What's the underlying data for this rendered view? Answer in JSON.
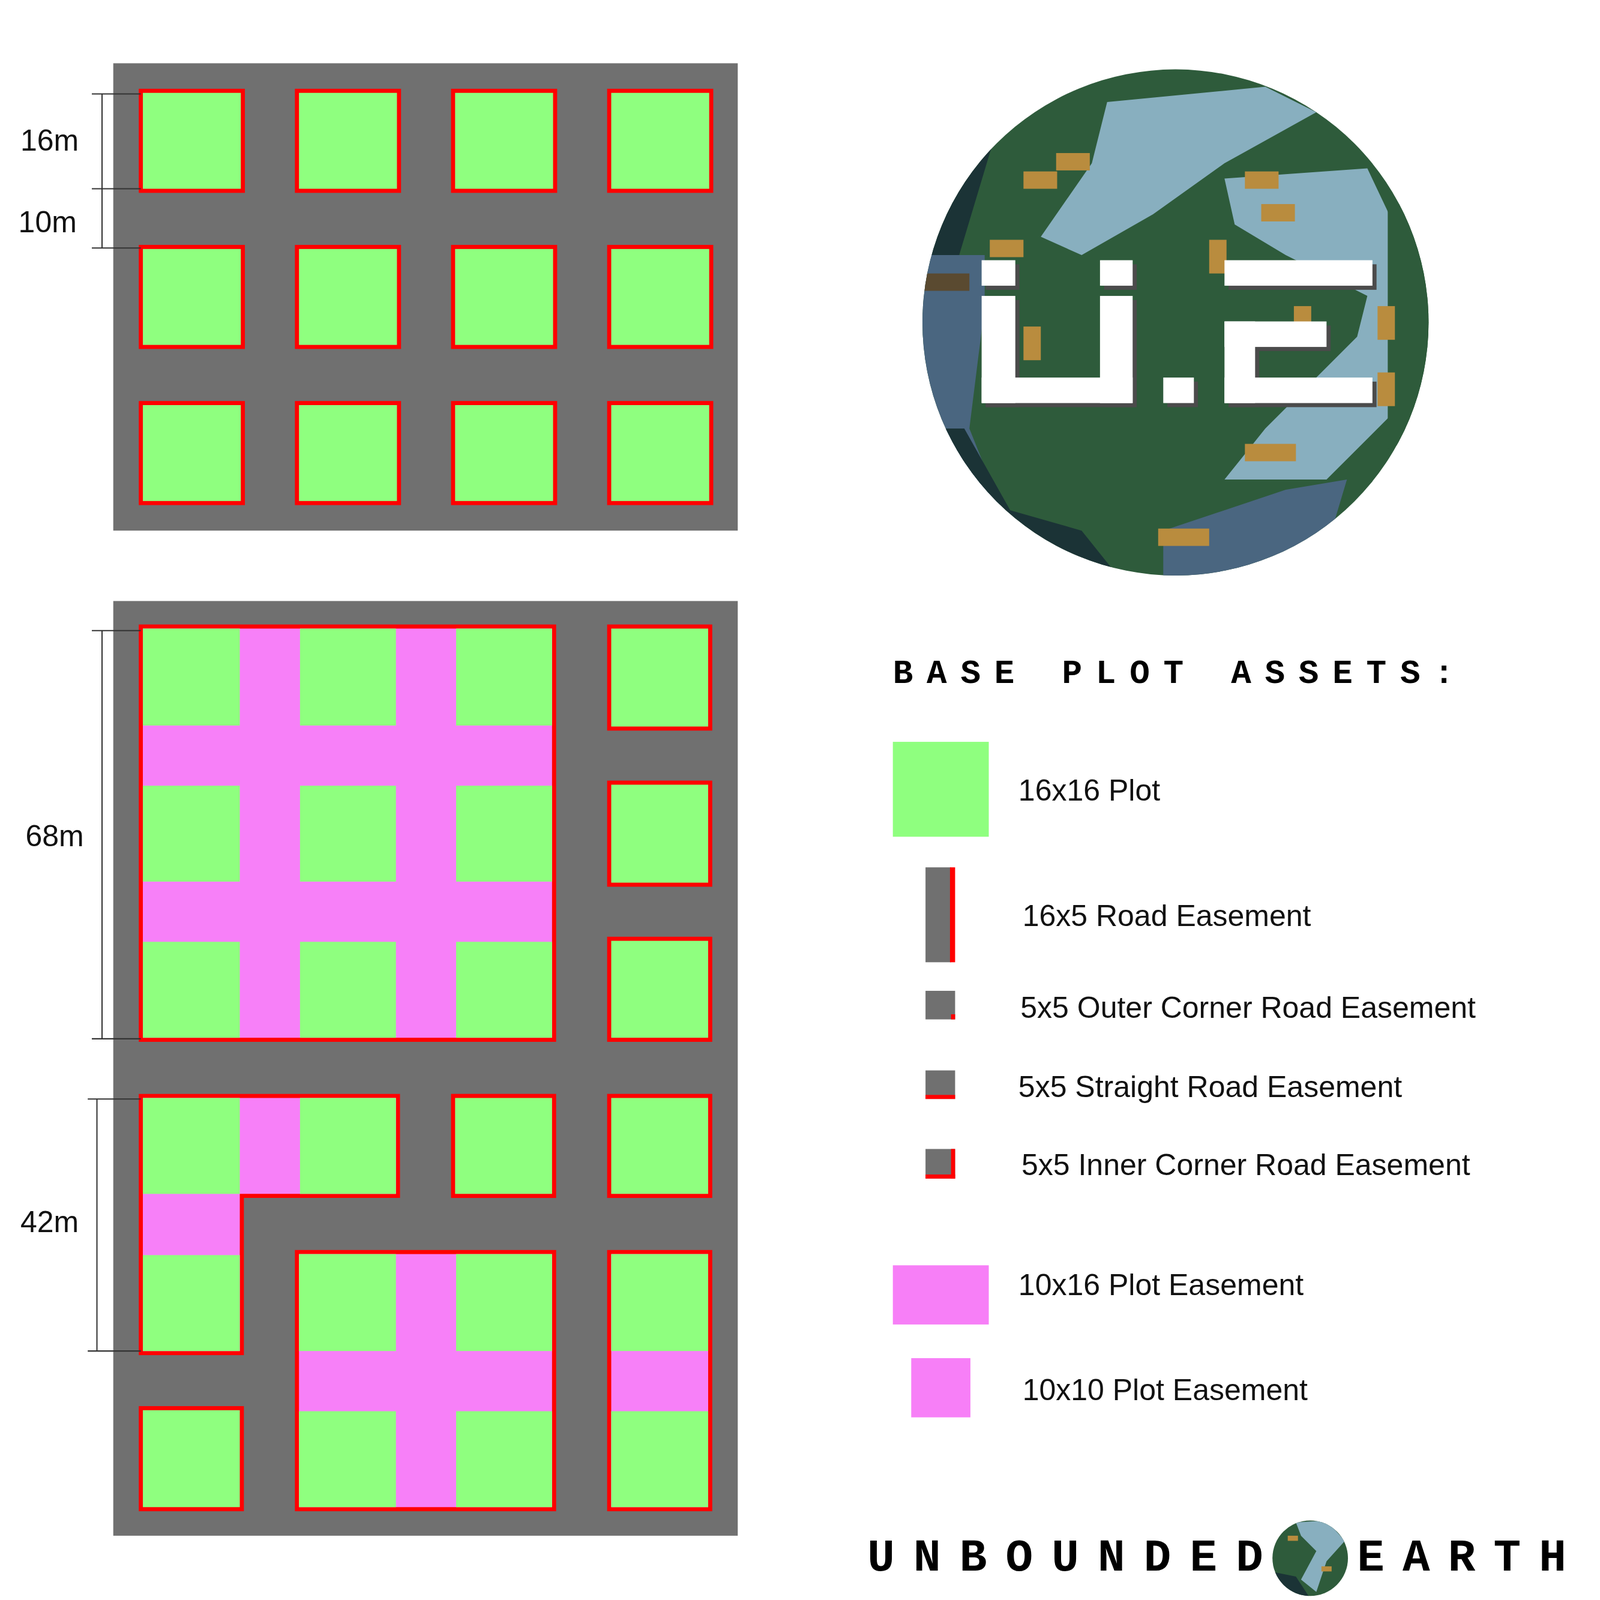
{
  "diagram": {
    "title": "BASE PLOT ASSETS:",
    "labels": [
      "16m",
      "10m",
      "68m",
      "42m",
      "UNBOUNDED",
      "EARTH"
    ],
    "legend": [
      {
        "text": "16x16 Plot",
        "color": "#8fff7f"
      },
      {
        "text": "16x5 Road Easement"
      },
      {
        "text": "5x5 Outer Corner Road Easement"
      },
      {
        "text": "5x5 Straight Road Easement"
      },
      {
        "text": "5x5 Inner Corner Road Easement"
      },
      {
        "text": "10x16 Plot Easement",
        "color": "#f77ff7"
      },
      {
        "text": "10x10 Plot Easement",
        "color": "#f77ff7"
      }
    ]
  }
}
